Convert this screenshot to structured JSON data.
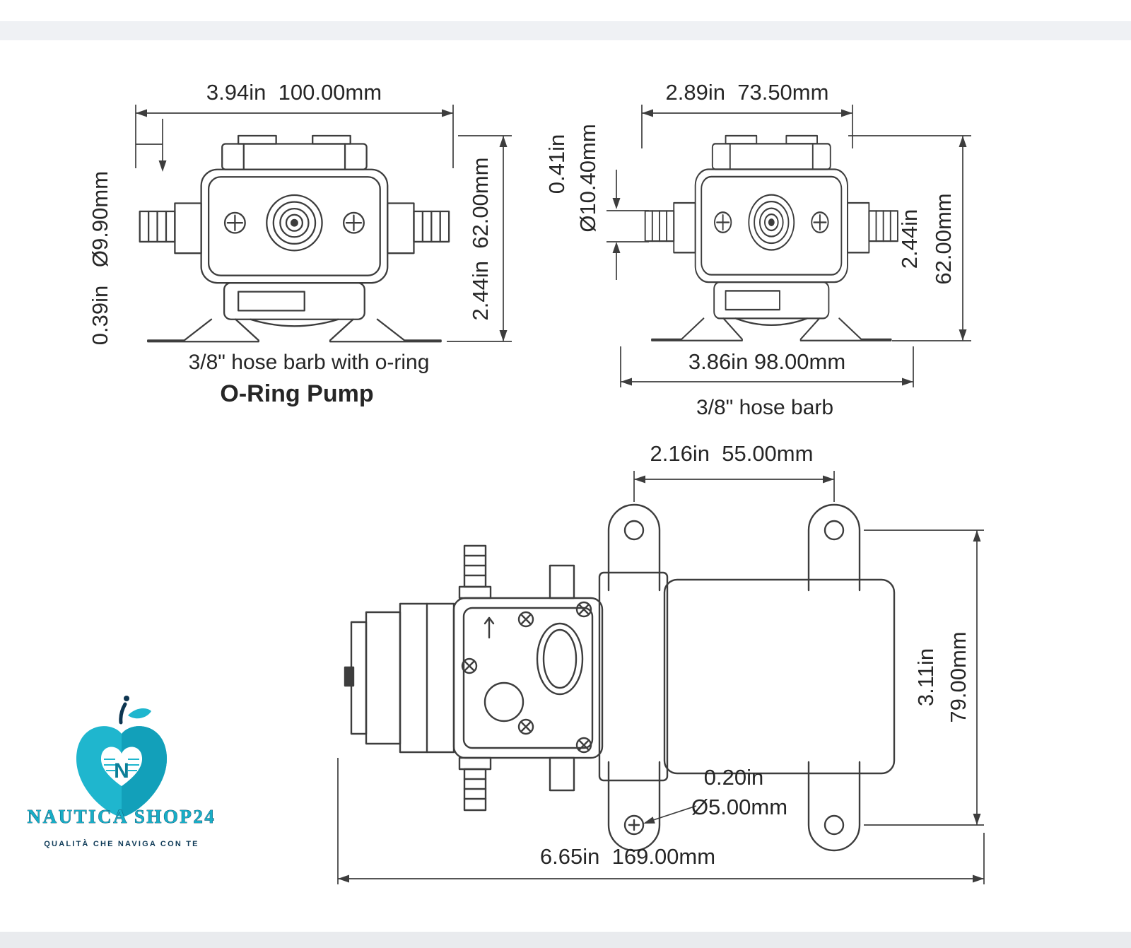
{
  "front_view_oring": {
    "width_dim": "3.94in  100.00mm",
    "barb_diameter": "Ø9.90mm",
    "barb_offset": "0.39in",
    "height_dim": "2.44in  62.00mm",
    "caption": "3/8\" hose barb with o-ring",
    "title": "O-Ring Pump"
  },
  "front_view_barb": {
    "width_dim": "2.89in  73.50mm",
    "port_offset": "0.41in",
    "port_diameter": "Ø10.40mm",
    "height_dim_in": "2.44in",
    "height_dim_mm": "62.00mm",
    "base_width_dim": "3.86in 98.00mm",
    "caption": "3/8\" hose barb"
  },
  "top_view": {
    "hole_spacing_dim": "2.16in  55.00mm",
    "height_dim_in": "3.11in",
    "height_dim_mm": "79.00mm",
    "hole_size_in": "0.20in",
    "hole_size_dia": "Ø5.00mm",
    "length_dim": "6.65in  169.00mm"
  },
  "logo": {
    "brand": "NAUTICA SHOP24",
    "tagline": "QUALITÀ CHE NAVIGA CON TE",
    "monogram": "N"
  },
  "colors": {
    "line": "#3d3d3d",
    "text": "#262626",
    "teal": "#1fb6ce",
    "navy": "#0d3550"
  }
}
